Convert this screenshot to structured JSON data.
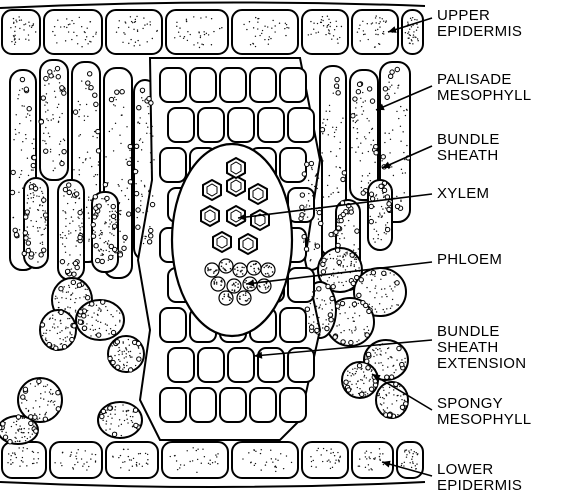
{
  "labels": {
    "upper_epidermis": [
      "UPPER",
      "EPIDERMIS"
    ],
    "palisade_mesophyll": [
      "PALISADE",
      "MESOPHYLL"
    ],
    "bundle_sheath": [
      "BUNDLE",
      "SHEATH"
    ],
    "xylem": [
      "XYLEM"
    ],
    "phloem": [
      "PHLOEM"
    ],
    "bundle_sheath_extension": [
      "BUNDLE",
      "SHEATH",
      "EXTENSION"
    ],
    "spongy_mesophyll": [
      "SPONGY",
      "MESOPHYLL"
    ],
    "lower_epidermis": [
      "LOWER",
      "EPIDERMIS"
    ]
  },
  "colors": {
    "ink": "#000000",
    "paper": "#ffffff",
    "stipple": "#1a1a1a"
  }
}
